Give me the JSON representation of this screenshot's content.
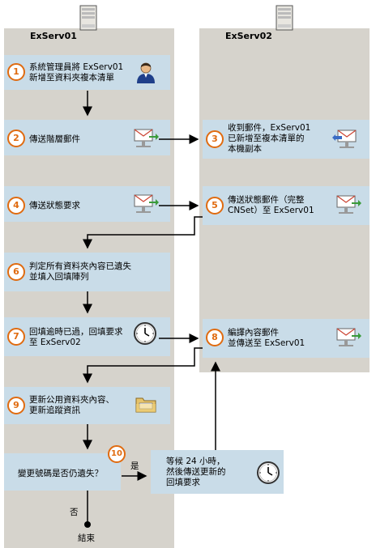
{
  "lanes": {
    "left_title": "ExServ01",
    "right_title": "ExServ02"
  },
  "steps": [
    {
      "num": "1",
      "line1": "系統管理員將 ExServ01",
      "line2": "新增至資料夾複本清單",
      "icon": "admin-user-icon"
    },
    {
      "num": "2",
      "line1": "傳送階層郵件",
      "icon": "mail-send-icon"
    },
    {
      "num": "3",
      "line1": "收到郵件，ExServ01",
      "line2": "已新增至複本清單的",
      "line3": "本機副本",
      "icon": "mail-receive-icon"
    },
    {
      "num": "4",
      "line1": "傳送狀態要求",
      "icon": "mail-send-icon"
    },
    {
      "num": "5",
      "line1": "傳送狀態郵件（完整",
      "line2": "CNSet）至 ExServ01",
      "icon": "mail-send-icon"
    },
    {
      "num": "6",
      "line1": "判定所有資料夾內容已遺失",
      "line2": "並填入回填陣列"
    },
    {
      "num": "7",
      "line1": "回填逾時已過，回填要求",
      "line2": "至 ExServ02",
      "icon": "clock-icon"
    },
    {
      "num": "8",
      "line1": "編譯內容郵件",
      "line2": "並傳送至 ExServ01",
      "icon": "mail-send-icon"
    },
    {
      "num": "9",
      "line1": "更新公用資料夾內容、",
      "line2": "更新追蹤資訊",
      "icon": "folder-icon"
    },
    {
      "num": "10",
      "line1": "變更號碼是否仍遺失？"
    }
  ],
  "wait_box": {
    "line1": "等候 24 小時，",
    "line2": "然後傳送更新的",
    "line3": "回填要求",
    "icon": "clock-icon"
  },
  "labels": {
    "yes": "是",
    "no": "否",
    "end": "結束"
  }
}
